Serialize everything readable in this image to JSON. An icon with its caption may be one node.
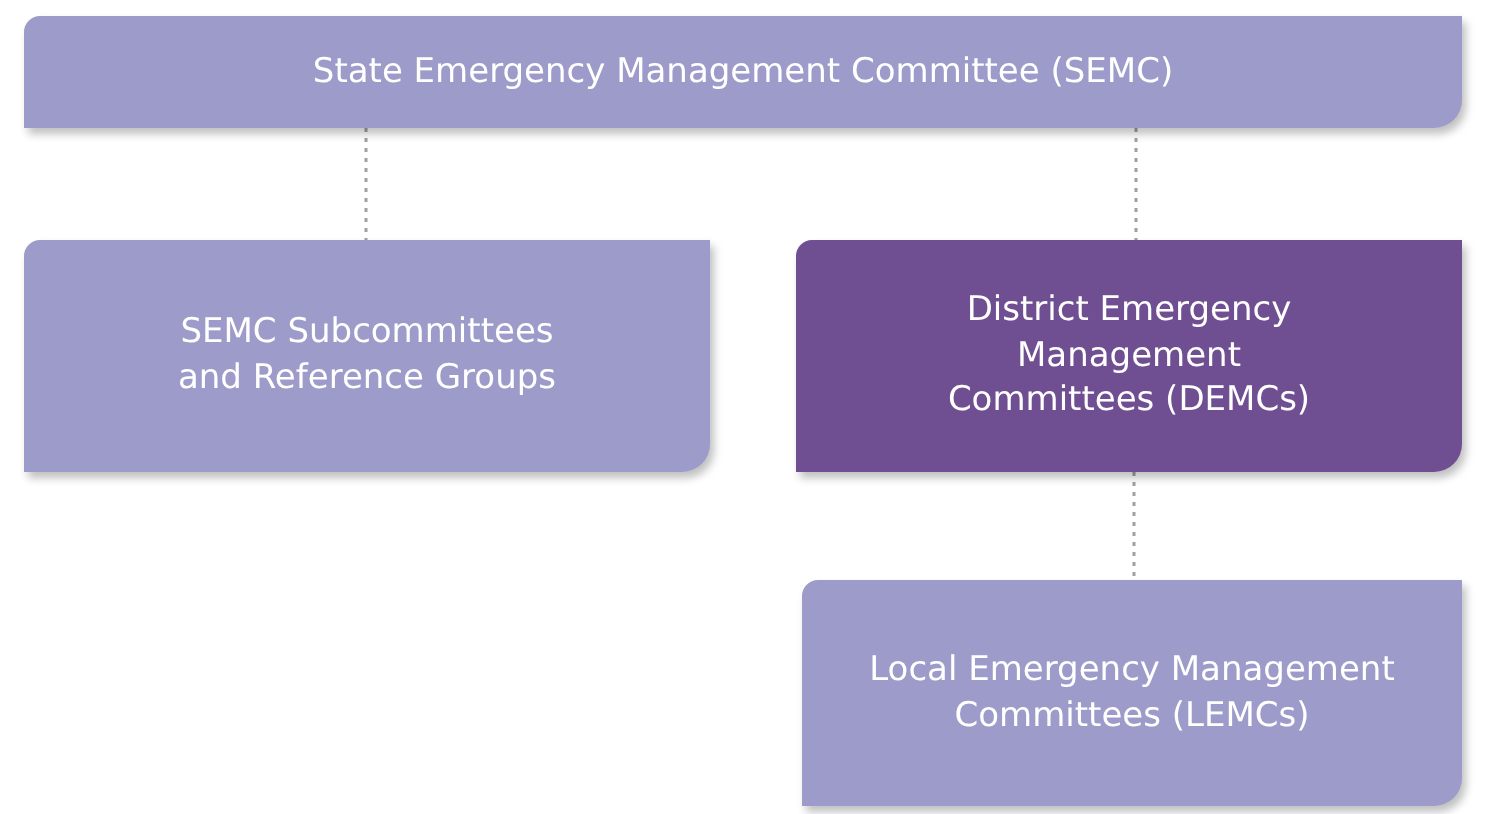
{
  "diagram": {
    "nodes": [
      {
        "text": [
          "State Emergency Management Committee (SEMC)"
        ]
      },
      {
        "text": [
          "SEMC Subcommittees and Reference Groups"
        ]
      },
      {
        "text": [
          "District Emergency Management Committees (DEMCs)"
        ]
      },
      {
        "text": [
          "Local Emergency Management Committees (LEMCs)"
        ]
      }
    ],
    "edges": [
      {
        "from": 0,
        "to": 1,
        "arrow": "none",
        "style": "dashed"
      },
      {
        "from": 0,
        "to": 2,
        "arrow": "none",
        "style": "dashed"
      },
      {
        "from": 2,
        "to": 3,
        "arrow": "none",
        "style": "dashed"
      }
    ]
  }
}
